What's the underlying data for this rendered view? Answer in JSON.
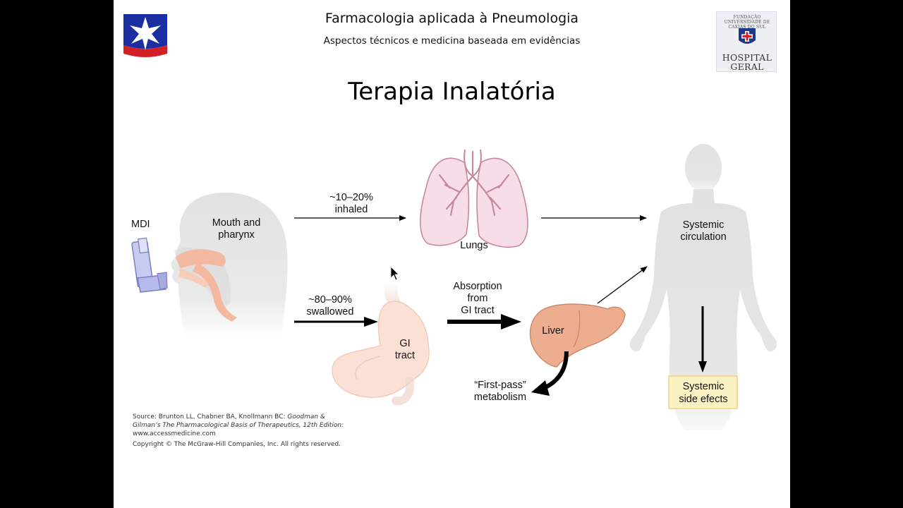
{
  "header": {
    "course_title": "Farmacologia aplicada à Pneumologia",
    "course_subtitle": "Aspectos técnicos e medicina baseada em evidências",
    "slide_title": "Terapia Inalatória"
  },
  "logos": {
    "left_icon": "star-shield-logo",
    "right_icon": "hospital-cross-logo",
    "right_arc_text": "FUNDAÇÃO UNIVERSIDADE DE CAXIAS DO SUL",
    "right_name_line1": "HOSPITAL",
    "right_name_line2": "GERAL"
  },
  "diagram": {
    "mdi_label": "MDI",
    "mouth_label_line1": "Mouth and",
    "mouth_label_line2": "pharynx",
    "inhaled_pct": "~10–20%",
    "inhaled_label": "inhaled",
    "swallowed_pct": "~80–90%",
    "swallowed_label": "swallowed",
    "lungs_label": "Lungs",
    "gi_label_line1": "GI",
    "gi_label_line2": "tract",
    "absorption_line1": "Absorption",
    "absorption_line2": "from",
    "absorption_line3": "GI tract",
    "liver_label": "Liver",
    "first_pass_line1": "“First-pass”",
    "first_pass_line2": "metabolism",
    "systemic_line1": "Systemic",
    "systemic_line2": "circulation",
    "side_effects_line1": "Systemic",
    "side_effects_line2": "side efects",
    "colors": {
      "lung_fill": "#f6dde7",
      "lung_stroke": "#c9879e",
      "stomach_fill": "#fbe1d5",
      "liver_fill": "#ecae8e",
      "body_fill": "#e3e3e3",
      "inhaler_fill": "#c8cbf0",
      "side_effects_box": "#fcf3c4"
    }
  },
  "source": {
    "line1_plain": "Source: Brunton LL, Chabner BA, Knollmann BC: ",
    "line1_italic": "Goodman &",
    "line2_italic": "Gilman’s The Pharmacological Basis of Therapeutics, 12th Edition:",
    "line3": "www.accessmedicine.com",
    "copyright": "Copyright © The McGraw-Hill Companies, Inc. All rights reserved."
  }
}
